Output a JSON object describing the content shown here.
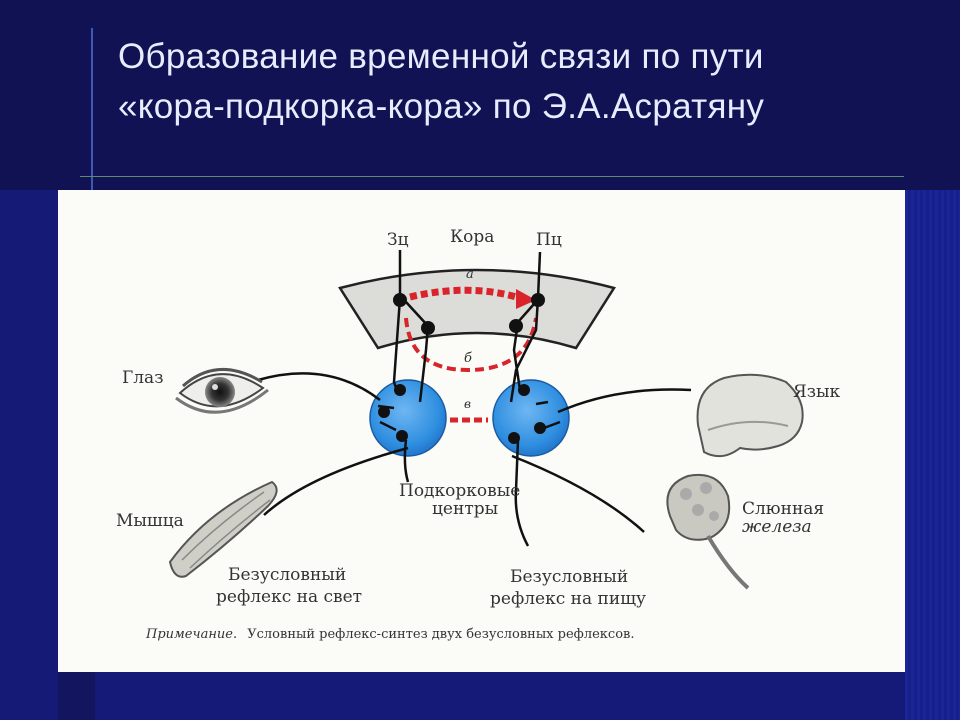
{
  "slide": {
    "title_line1": "Образование временной связи по пути",
    "title_line2": "«кора-подкорка-кора» по Э.А.Асратяну"
  },
  "diagram": {
    "cortex_label": "Кора",
    "zc_label": "Зц",
    "pc_label": "Пц",
    "arc_a_label": "а",
    "arc_b_label": "б",
    "arc_v_label": "в",
    "eye_label": "Глаз",
    "tongue_label": "Язык",
    "muscle_label": "Мышца",
    "gland_label_line1": "Слюнная",
    "gland_label_line2": "железа",
    "subcortex_line1": "Подкорковые",
    "subcortex_line2": "центры",
    "reflex_light_line1": "Безусловный",
    "reflex_light_line2": "рефлекс на свет",
    "reflex_food_line1": "Безусловный",
    "reflex_food_line2": "рефлекс на пищу",
    "note_italic": "Примечание.",
    "note_text": "Условный рефлекс-синтез двух безусловных рефлексов."
  },
  "colors": {
    "background": "#13165e",
    "title": "#e8ecff",
    "cortex_fill": "#dcdcd9",
    "center_fill": "#2f8fe0",
    "connection_red": "#d8242a"
  }
}
